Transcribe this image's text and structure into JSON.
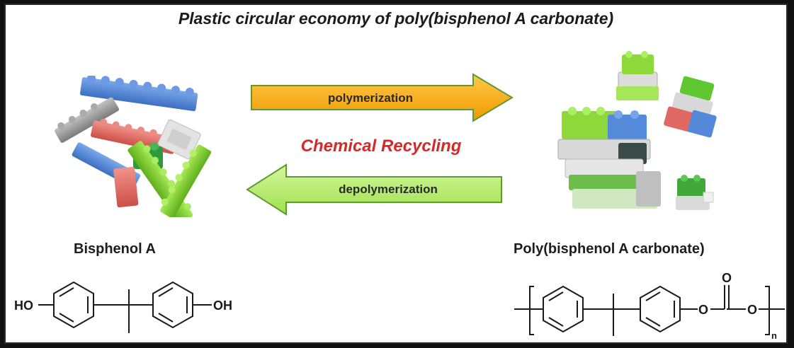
{
  "title": "Plastic circular economy of poly(bisphenol A carbonate)",
  "center_label": "Chemical Recycling",
  "arrows": {
    "forward": {
      "label": "polymerization",
      "color": "#f7a800"
    },
    "reverse": {
      "label": "depolymerization",
      "color": "#b8ef6a"
    }
  },
  "left": {
    "name": "Bisphenol A",
    "structure": {
      "left_group": "HO",
      "right_group": "OH"
    }
  },
  "right": {
    "name": "Poly(bisphenol A carbonate)",
    "structure": {
      "oxygen_label": "O",
      "repeat_subscript": "n"
    }
  },
  "colors": {
    "lego_blue": "#4f86d9",
    "lego_red": "#e2675f",
    "lego_green": "#7fd12e",
    "lego_gray": "#9a9a9a",
    "lego_white": "#e8e8e8",
    "lego_dark": "#3f4f4a"
  },
  "icons": [
    "lego-bricks-scattered",
    "lego-bricks-stacked"
  ]
}
